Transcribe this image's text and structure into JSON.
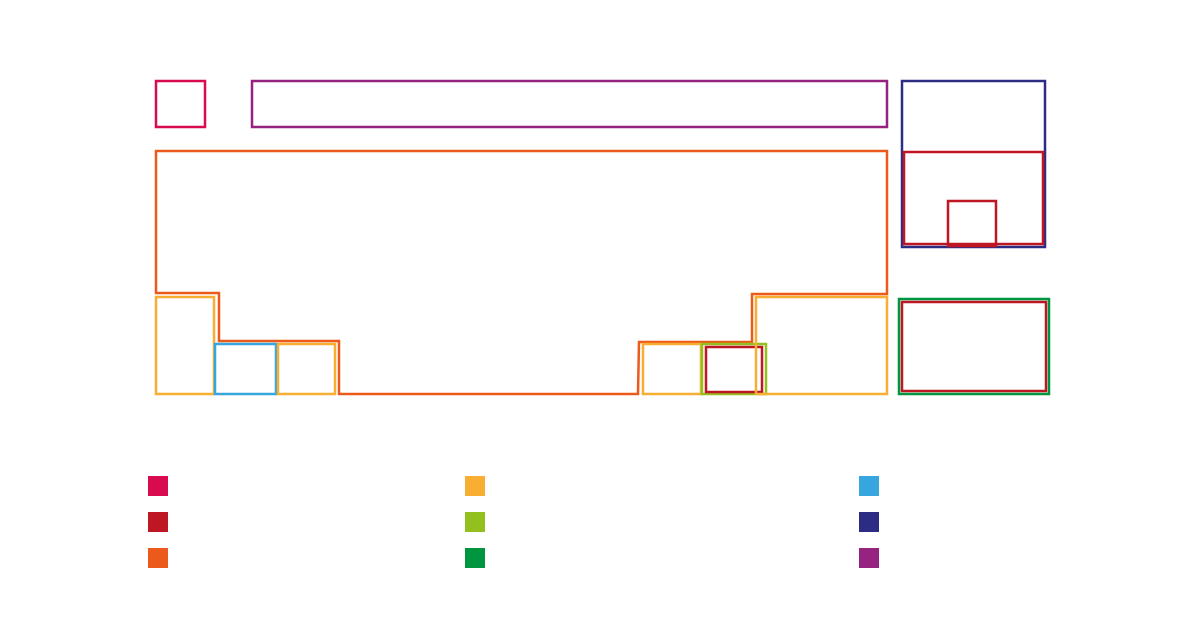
{
  "colors": {
    "crimson": "#d90b4f",
    "dark_red": "#be1622",
    "orange": "#ec5a1b",
    "amber": "#f7ae32",
    "lime": "#93c01f",
    "green": "#00963f",
    "sky": "#37a6de",
    "navy": "#2c2c84",
    "purple": "#95237f"
  },
  "legend": [
    {
      "name": "legend-swatch-crimson",
      "color": "crimson"
    },
    {
      "name": "legend-swatch-dark-red",
      "color": "dark_red"
    },
    {
      "name": "legend-swatch-orange",
      "color": "orange"
    },
    {
      "name": "legend-swatch-amber",
      "color": "amber"
    },
    {
      "name": "legend-swatch-lime",
      "color": "lime"
    },
    {
      "name": "legend-swatch-green",
      "color": "green"
    },
    {
      "name": "legend-swatch-sky",
      "color": "sky"
    },
    {
      "name": "legend-swatch-navy",
      "color": "navy"
    },
    {
      "name": "legend-swatch-purple",
      "color": "purple"
    }
  ]
}
